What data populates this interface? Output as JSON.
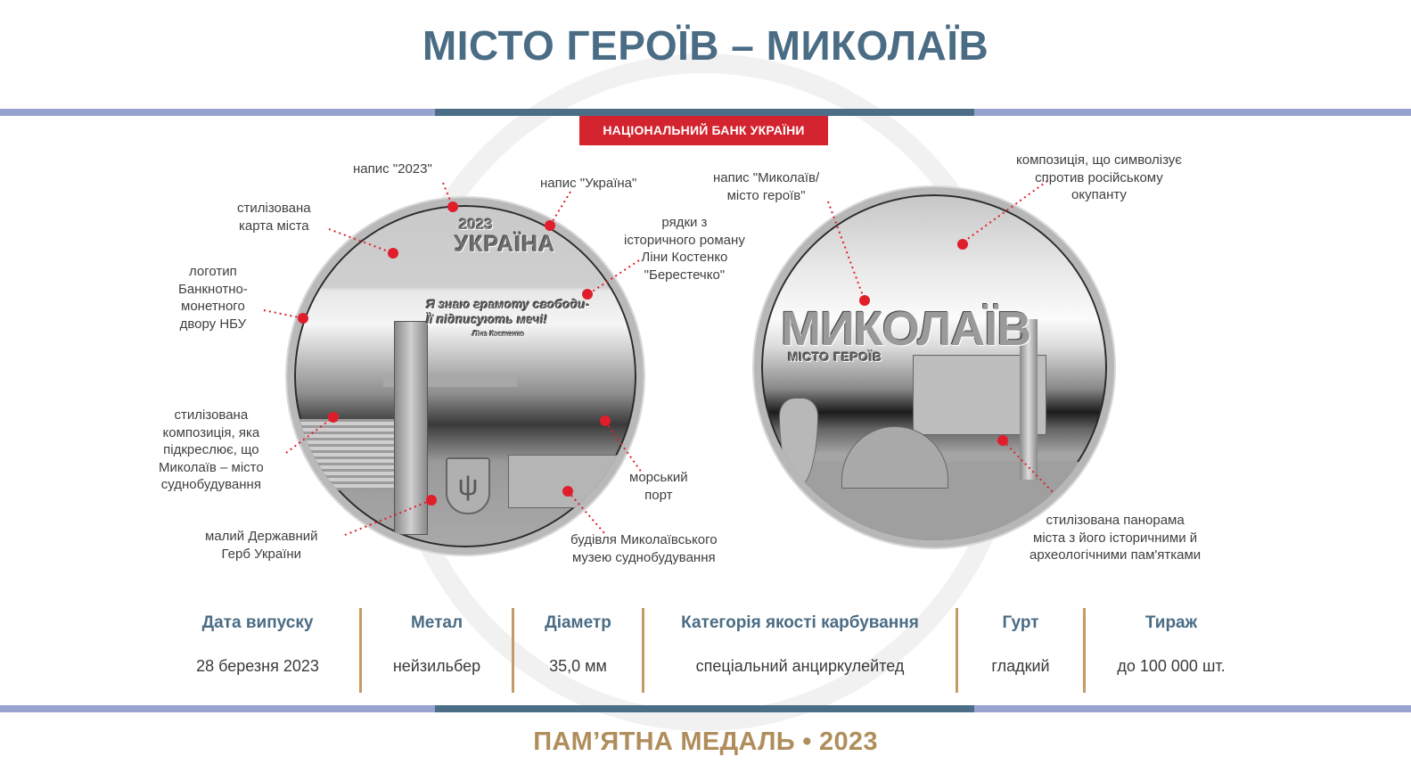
{
  "header": {
    "title": "МІСТО ГЕРОЇВ – МИКОЛАЇВ",
    "issuer_badge": "НАЦІОНАЛЬНИЙ БАНК УКРАЇНИ"
  },
  "colors": {
    "title": "#4a6c84",
    "band_outer": "#98a2d1",
    "band_inner": "#4b6e86",
    "badge": "#d3232f",
    "callout_dot": "#e01e2b",
    "separator": "#c59a65",
    "footer": "#b08e5c"
  },
  "obverse": {
    "year": "2023",
    "country": "УКРАЇНА",
    "quote_line1": "Я знаю грамоту свободи-",
    "quote_line2": "Її підписують мечі!",
    "quote_author": "Ліна Костенко",
    "coat_of_arms_icon": "trident-icon",
    "callouts": [
      {
        "id": "year",
        "text": "напис \"2023\""
      },
      {
        "id": "ukraine",
        "text": "напис \"Україна\""
      },
      {
        "id": "map",
        "line1": "стилізована",
        "line2": "карта міста"
      },
      {
        "id": "logo",
        "line1": "логотип",
        "line2": "Банкнотно-",
        "line3": "монетного",
        "line4": "двору НБУ"
      },
      {
        "id": "quote",
        "line1": "рядки з",
        "line2": "історичного роману",
        "line3": "Ліни Костенко",
        "line4": "\"Берестечко\""
      },
      {
        "id": "shipbuilding",
        "line1": "стилізована",
        "line2": "композиція, яка",
        "line3": "підкреслює, що",
        "line4": "Миколаїв – місто",
        "line5": "суднобудування"
      },
      {
        "id": "port",
        "line1": "морський",
        "line2": "порт"
      },
      {
        "id": "coat",
        "line1": "малий Державний",
        "line2": "Герб України"
      },
      {
        "id": "museum",
        "line1": "будівля Миколаївського",
        "line2": "музею суднобудування"
      }
    ]
  },
  "reverse": {
    "city": "МИКОЛАЇВ",
    "subtitle": "МІСТО ГЕРОЇВ",
    "callouts": [
      {
        "id": "inscription",
        "line1": "напис \"Миколаїв/",
        "line2": "місто героїв\""
      },
      {
        "id": "resistance",
        "line1": "композиція, що символізує",
        "line2": "спротив російському",
        "line3": "окупанту"
      },
      {
        "id": "panorama",
        "line1": "стилізована панорама",
        "line2": "міста з його історичними й",
        "line3": "археологічними пам'ятками"
      }
    ]
  },
  "specs": [
    {
      "label": "Дата випуску",
      "value": "28 березня 2023"
    },
    {
      "label": "Метал",
      "value": "нейзильбер"
    },
    {
      "label": "Діаметр",
      "value": "35,0 мм"
    },
    {
      "label": "Категорія якості карбування",
      "value": "спеціальний анциркулейтед"
    },
    {
      "label": "Гурт",
      "value": "гладкий"
    },
    {
      "label": "Тираж",
      "value": "до 100 000 шт."
    }
  ],
  "footer": {
    "text": "ПАМ’ЯТНА МЕДАЛЬ • 2023"
  }
}
